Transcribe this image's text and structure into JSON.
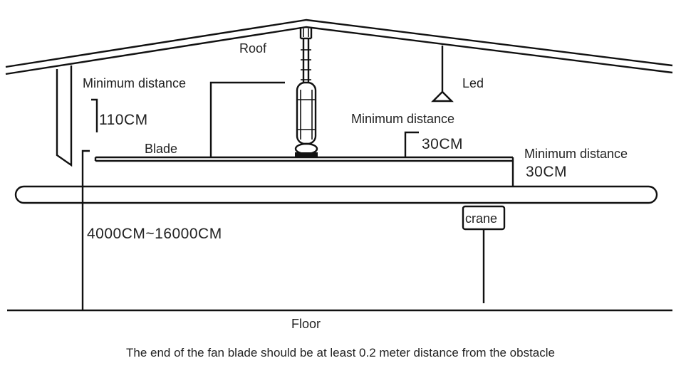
{
  "labels": {
    "roof": "Roof",
    "led": "Led",
    "blade": "Blade",
    "floor": "Floor",
    "crane": "crane",
    "min_distance_top": "Minimum distance",
    "min_distance_mid": "Minimum distance",
    "min_distance_right": "Minimum distance",
    "dist_110": "110CM",
    "dist_30_mid": "30CM",
    "dist_30_right": "30CM",
    "height_range": "4000CM~16000CM"
  },
  "caption": "The end of the fan blade should be at least 0.2 meter distance from the obstacle",
  "colors": {
    "line": "#111111",
    "text": "#222222",
    "background": "#ffffff"
  }
}
